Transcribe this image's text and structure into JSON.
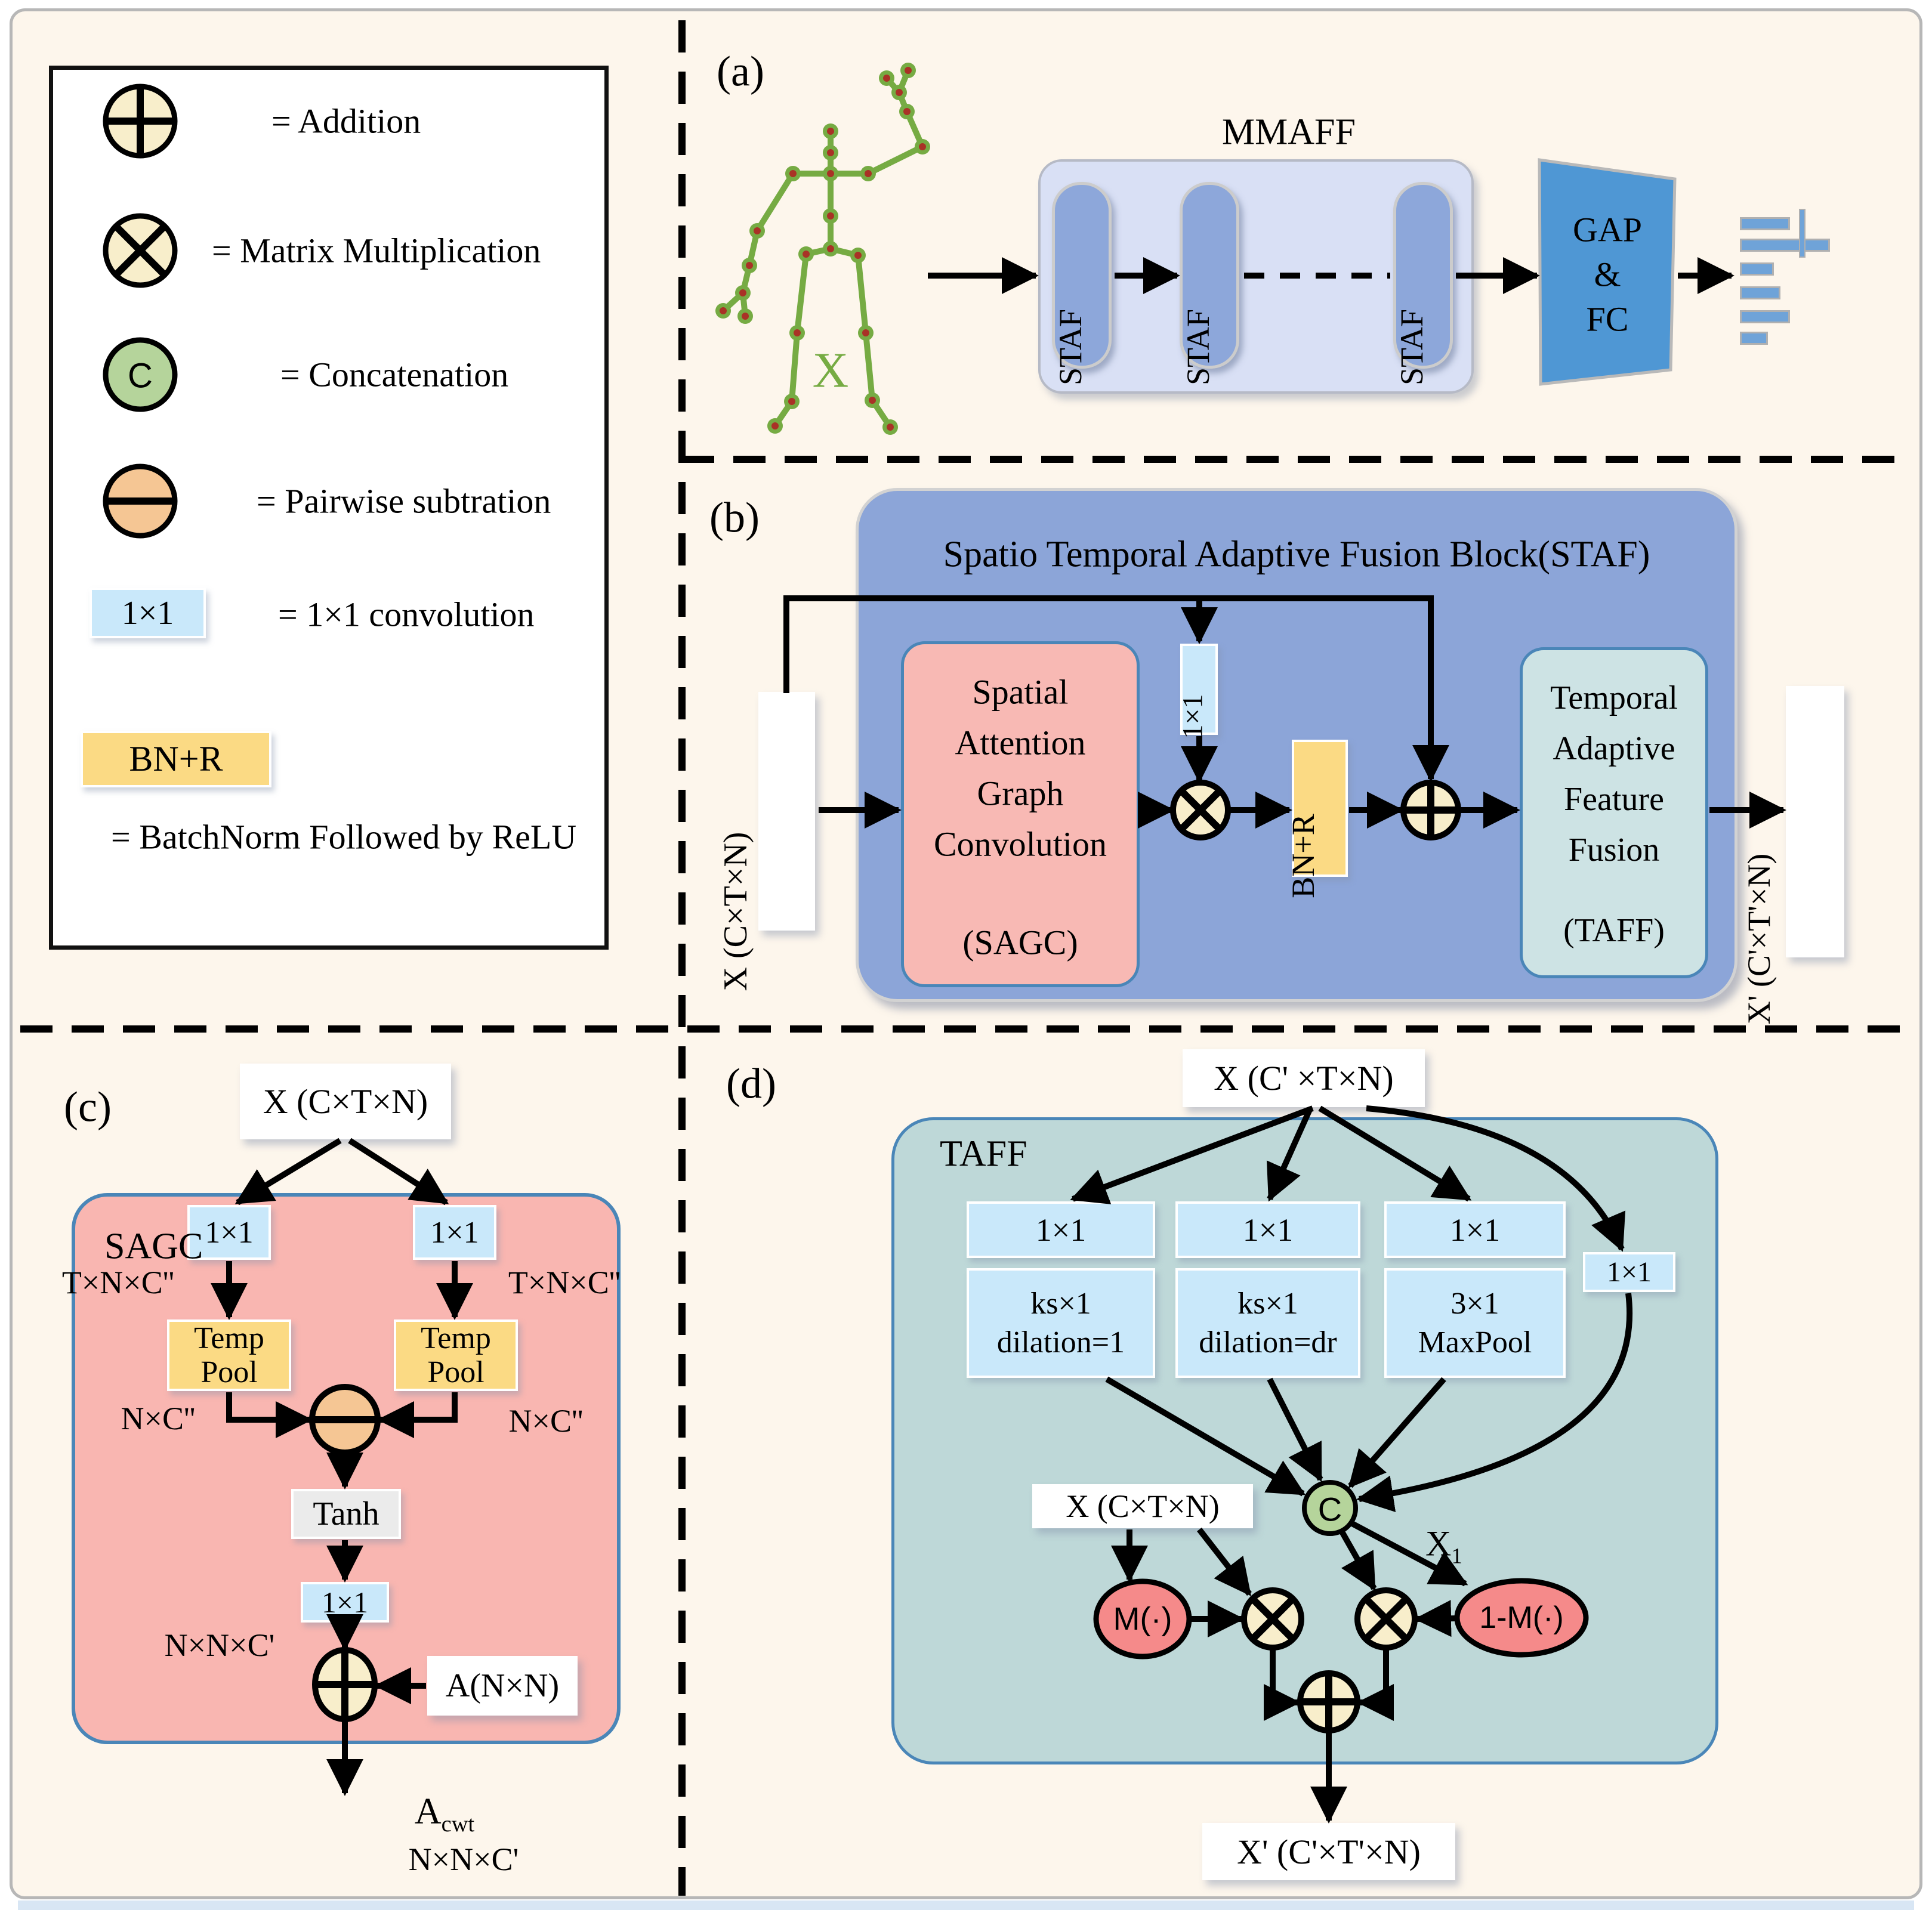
{
  "figure": {
    "colors": {
      "background": "#fdf6ec",
      "node_yellow": "#f8eecb",
      "concat_green": "#b5d49b",
      "subtract_orange": "#f5c694",
      "conv_blue": "#c9e8fa",
      "bn_yellow": "#fbda84",
      "mmaff_fill": "#d9e0f5",
      "staf_pill": "#8da7da",
      "staf_block": "#8ca5d8",
      "sagc_pink": "#f8b9b4",
      "taff_teal_box": "#cde3e4",
      "taff_panel": "#bed8d8",
      "gapfc_blue": "#4f97d4",
      "bars_blue": "#6fa3d8",
      "mask_red": "#f58a8a",
      "skeleton_green": "#76ab43",
      "joint_red": "#a93226",
      "panel_border_blue": "#4a86b8"
    },
    "legend": {
      "items": [
        {
          "icon": "addition-icon",
          "label": "= Addition"
        },
        {
          "icon": "matrix-multiplication-icon",
          "label": "= Matrix  Multiplication"
        },
        {
          "icon": "concatenation-icon",
          "symbol": "C",
          "label": "= Concatenation"
        },
        {
          "icon": "pairwise-subtraction-icon",
          "label": "= Pairwise subtration"
        }
      ],
      "conv_chip": "1×1",
      "conv_label": "= 1×1 convolution",
      "bnr_chip": "BN+R",
      "bnr_label": "= BatchNorm Followed by ReLU"
    },
    "panel_a": {
      "tag": "(a)",
      "skeleton_label": "X",
      "mmaff_title": "MMAFF",
      "staf1": "STAF",
      "staf2": "STAF",
      "staf3": "STAF",
      "gap_lines": [
        "GAP",
        "&",
        "FC"
      ],
      "output_bars": [
        84,
        151,
        57,
        68,
        84,
        47
      ]
    },
    "panel_b": {
      "tag": "(b)",
      "title": "Spatio Temporal Adaptive Fusion Block(STAF)",
      "input": "X (C×T×N)",
      "sagc_lines": [
        "Spatial",
        "Attention",
        "Graph",
        "Convolution"
      ],
      "sagc_abbr": "(SAGC)",
      "conv": "1×1",
      "bnr": "BN+R",
      "taff_lines": [
        "Temporal",
        "Adaptive",
        "Feature",
        "Fusion"
      ],
      "taff_abbr": "(TAFF)",
      "output": "X' (C'×T'×N)"
    },
    "panel_c": {
      "tag": "(c)",
      "input": "X (C×T×N)",
      "block": "SAGC",
      "conv_left": "1×1",
      "conv_right": "1×1",
      "dim_left": "T×N×C''",
      "dim_right": "T×N×C''",
      "pool_left": [
        "Temp",
        "Pool"
      ],
      "pool_right": [
        "Temp",
        "Pool"
      ],
      "dim_pool_left": "N×C''",
      "dim_pool_right": "N×C''",
      "tanh": "Tanh",
      "conv_out": "1×1",
      "dim_out": "N×N×C'",
      "adj": "A(N×N)",
      "out_main": "A",
      "out_sub": "cwt",
      "out_dim": "N×N×C'"
    },
    "panel_d": {
      "tag": "(d)",
      "input": "X (C' ×T×N)",
      "block": "TAFF",
      "conv1": "1×1",
      "conv2": "1×1",
      "conv3": "1×1",
      "conv4": "1×1",
      "b1": [
        "ks×1",
        "dilation=1"
      ],
      "b2": [
        "ks×1",
        "dilation=dr"
      ],
      "b3": [
        "3×1",
        "MaxPool"
      ],
      "concat": "C",
      "input2": "X (C×T×N)",
      "x1_main": "X",
      "x1_sub": "1",
      "mask": "M(·)",
      "inv_mask": "1-M(·)",
      "output": "X' (C'×T'×N)"
    }
  }
}
